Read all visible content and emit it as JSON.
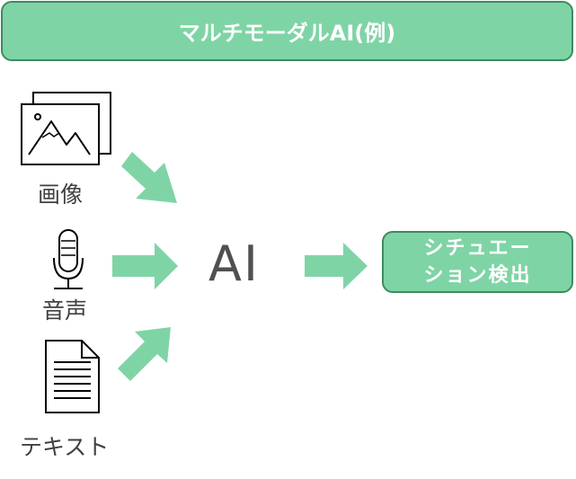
{
  "title": "マルチモーダルAI(例)",
  "inputs": [
    {
      "label": "画像",
      "icon": "image-icon"
    },
    {
      "label": "音声",
      "icon": "microphone-icon"
    },
    {
      "label": "テキスト",
      "icon": "document-icon"
    }
  ],
  "center": {
    "label": "AI"
  },
  "output": {
    "line1": "シチュエー",
    "line2": "ション検出"
  },
  "colors": {
    "box_fill": "#7fd4a6",
    "box_border": "#3d8a5e",
    "arrow": "#7fd4a6",
    "text": "#404040"
  }
}
